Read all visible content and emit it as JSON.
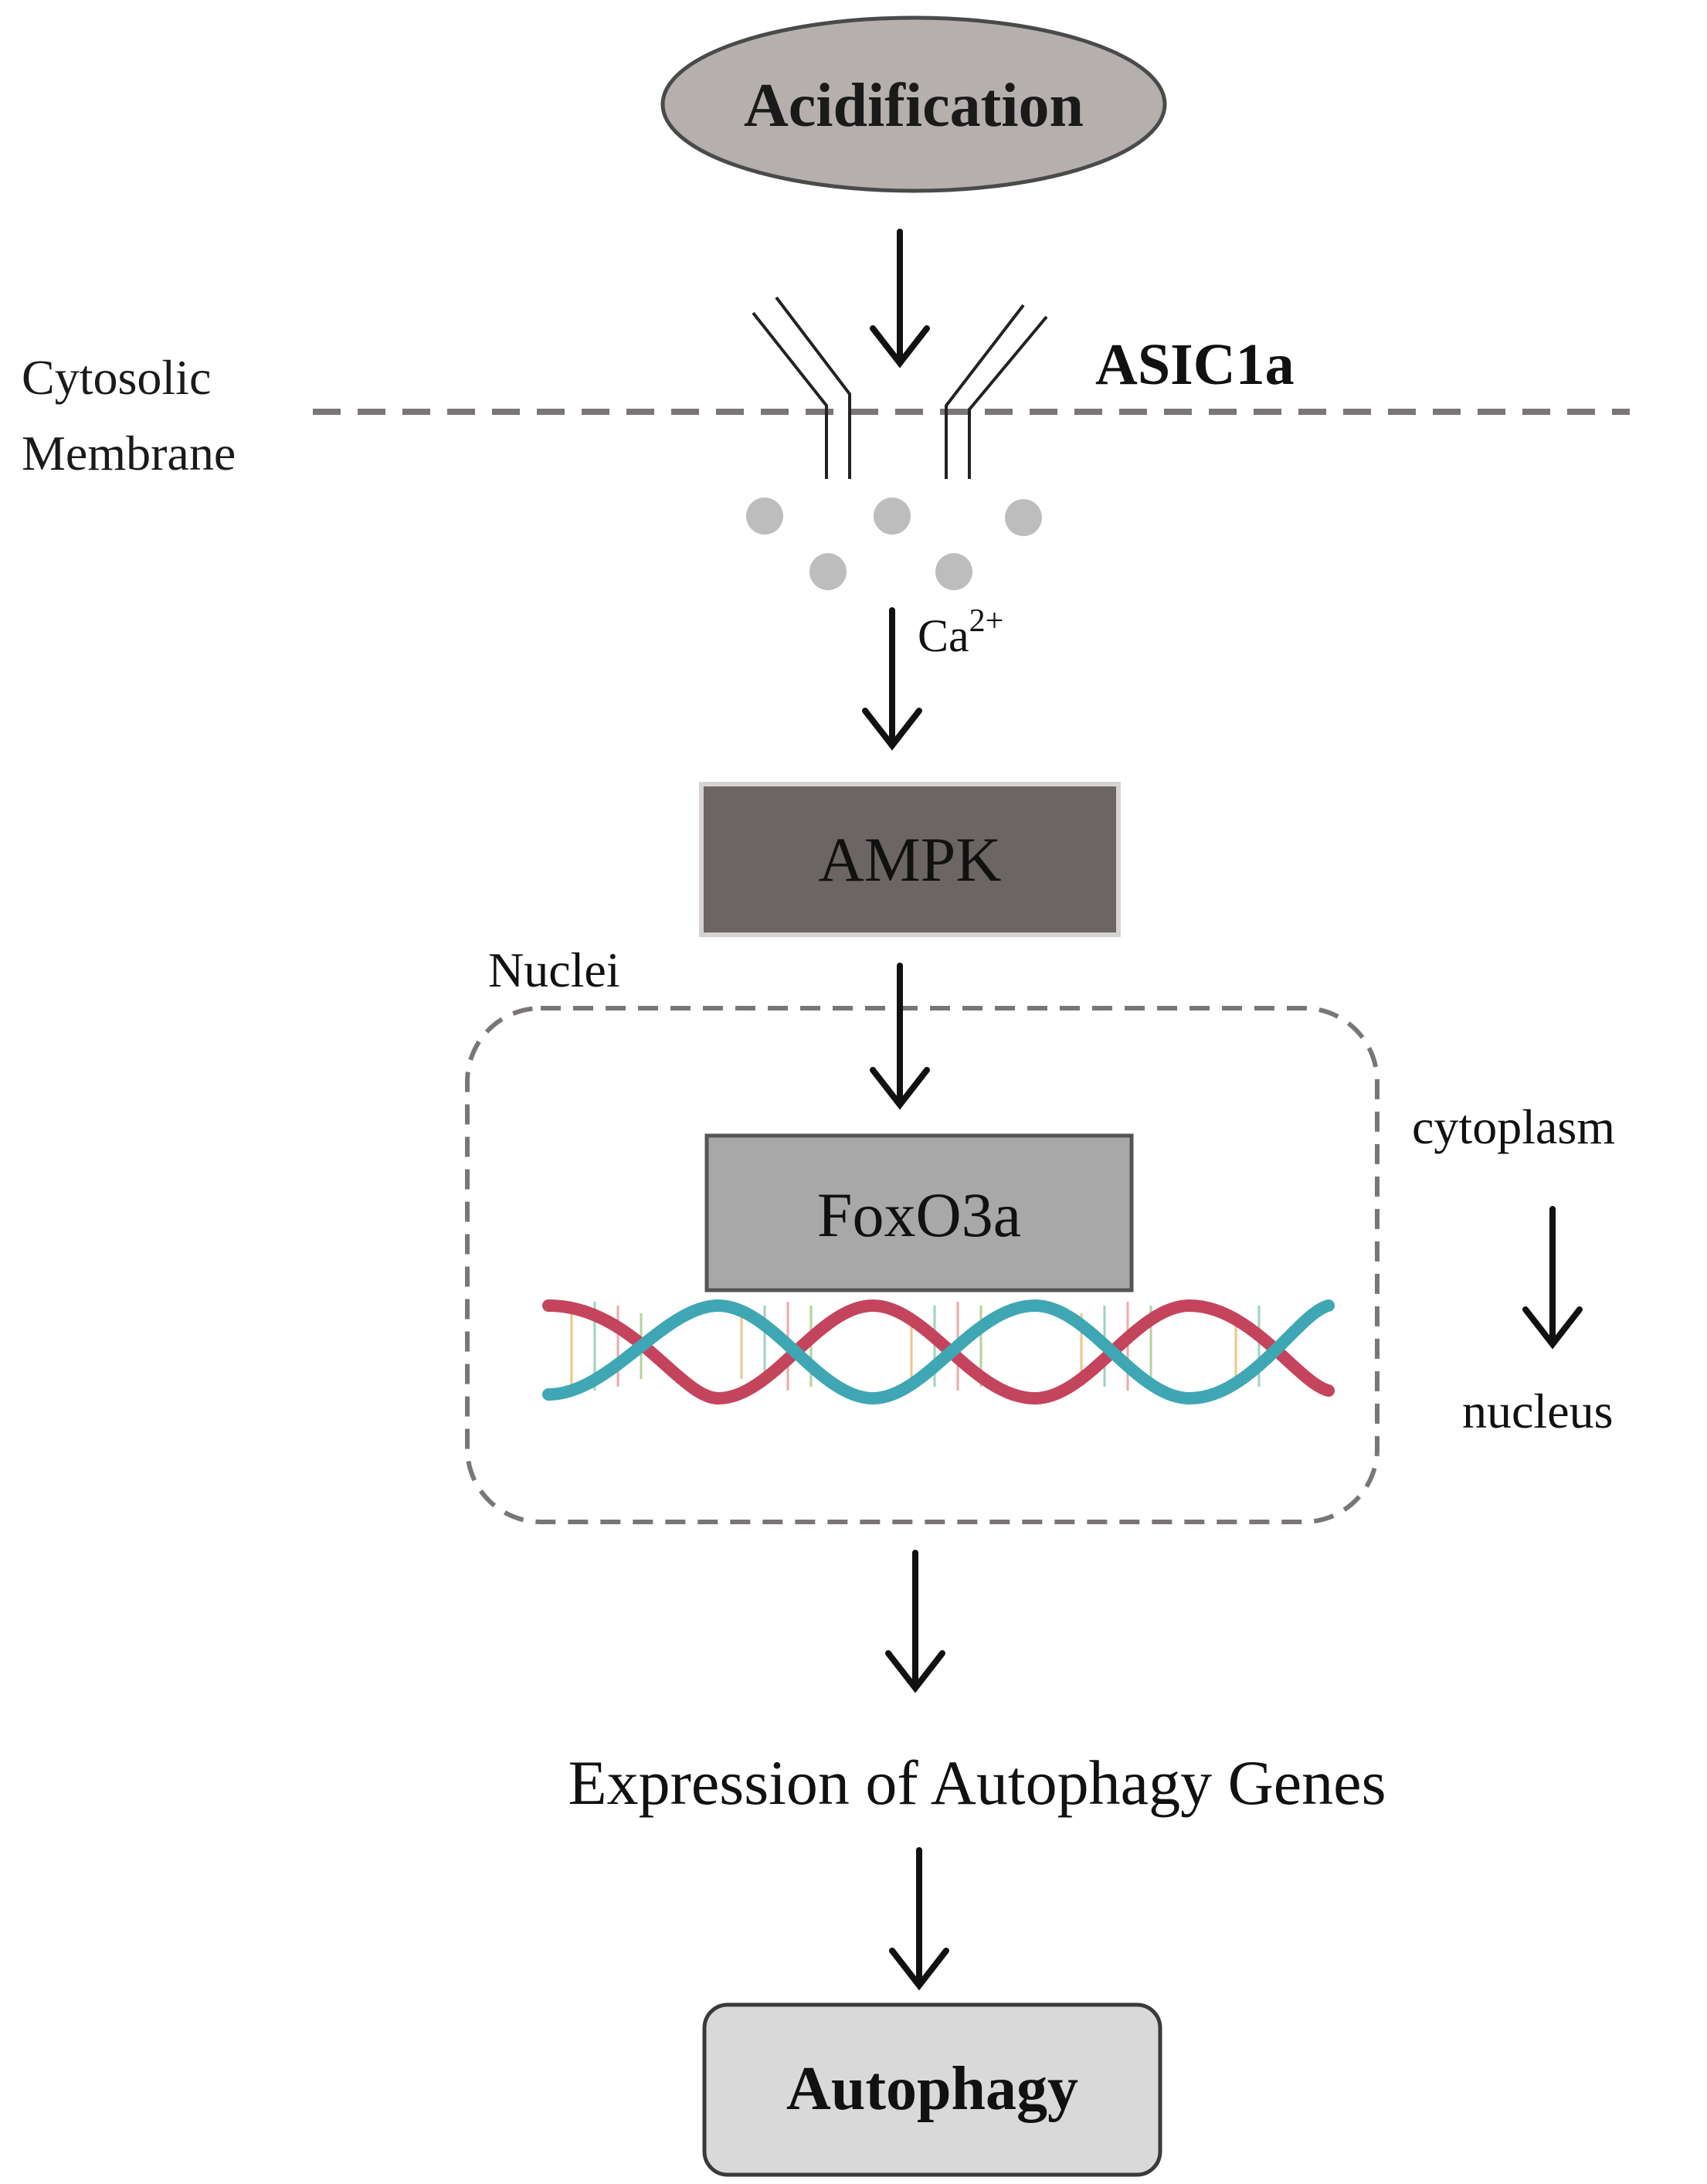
{
  "nodes": {
    "acidification": "Acidification",
    "asic1a": "ASIC1a",
    "membrane_line1": "Cytosolic",
    "membrane_line2": "Membrane",
    "calcium_base": "Ca",
    "calcium_sup": "2+",
    "ampk": "AMPK",
    "nuclei": "Nuclei",
    "foxo3a": "FoxO3a",
    "cytoplasm": "cytoplasm",
    "nucleus": "nucleus",
    "expression": "Expression of Autophagy Genes",
    "autophagy": "Autophagy"
  },
  "colors": {
    "acidification_fill": "#b5b0ae",
    "ampk_fill": "#6b6563",
    "foxo3a_fill": "#a8a8a8",
    "autophagy_fill": "#d9d9d9",
    "dashed": "#7a7676",
    "ion_dot": "#bdbdbd",
    "dna_red": "#c4445e",
    "dna_teal": "#3fa7b4"
  }
}
